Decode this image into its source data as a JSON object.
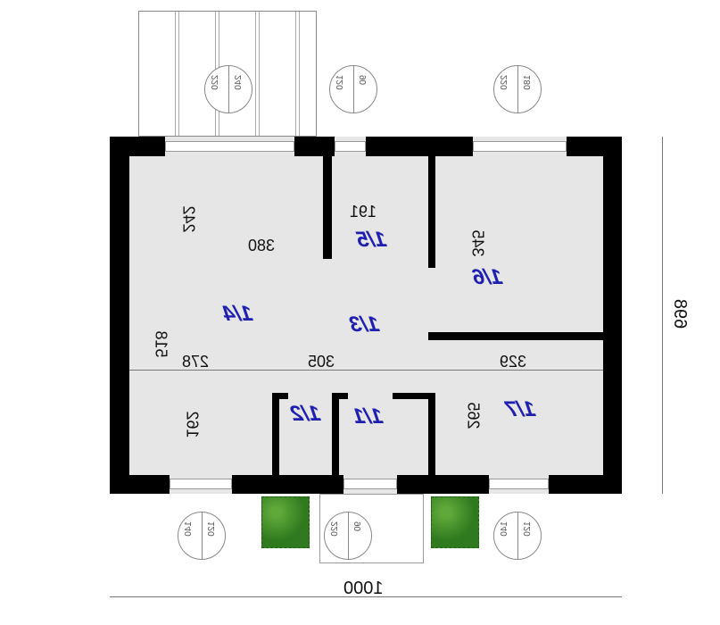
{
  "plan": {
    "rooms": [
      {
        "id": "1/1",
        "label": "1/1"
      },
      {
        "id": "1/2",
        "label": "1/2"
      },
      {
        "id": "1/3",
        "label": "1/3"
      },
      {
        "id": "1/4",
        "label": "1/4"
      },
      {
        "id": "1/5",
        "label": "1/5"
      },
      {
        "id": "1/6",
        "label": "1/6"
      },
      {
        "id": "1/7",
        "label": "1/7"
      }
    ],
    "dimensions": {
      "overall_width": "1000",
      "overall_depth": "698",
      "d191": "191",
      "d380": "380",
      "d242": "242",
      "d345": "345",
      "d278": "278",
      "d518": "518",
      "d305": "305",
      "d329": "329",
      "d265": "265",
      "d162": "162"
    },
    "openings": [
      {
        "w": "220",
        "h": "240"
      },
      {
        "w": "120",
        "h": "90"
      },
      {
        "w": "220",
        "h": "180"
      },
      {
        "w": "140",
        "h": "120"
      },
      {
        "w": "220",
        "h": "90"
      },
      {
        "w": "140",
        "h": "120"
      }
    ],
    "colors": {
      "room_label": "#1f1fb0",
      "wall": "#000000",
      "floor": "#e6e6e6",
      "plant": "#2f7a1f"
    }
  }
}
